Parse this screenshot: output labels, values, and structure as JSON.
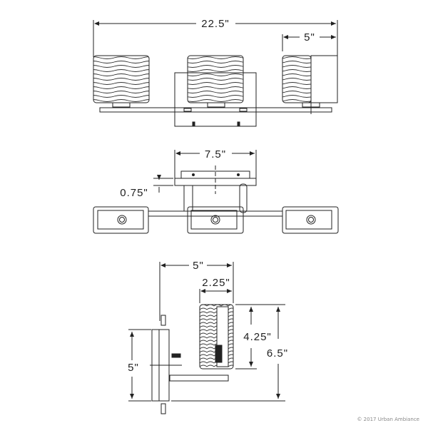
{
  "diagram": {
    "type": "technical dimension drawing",
    "subject": "three-light vanity wall fixture",
    "views": {
      "front": {
        "overall_width": "22.5\"",
        "shade_width": "5\""
      },
      "top": {
        "backplate_width": "7.5\"",
        "backplate_depth": "0.75\""
      },
      "side": {
        "extension": "5\"",
        "shade_diameter": "2.25\"",
        "shade_height": "4.25\"",
        "overall_height": "6.5\"",
        "backplate_height": "5\""
      }
    },
    "colors": {
      "line": "#222222",
      "background": "#ffffff"
    }
  },
  "footer": {
    "copyright": "© 2017 Urban Ambiance"
  }
}
